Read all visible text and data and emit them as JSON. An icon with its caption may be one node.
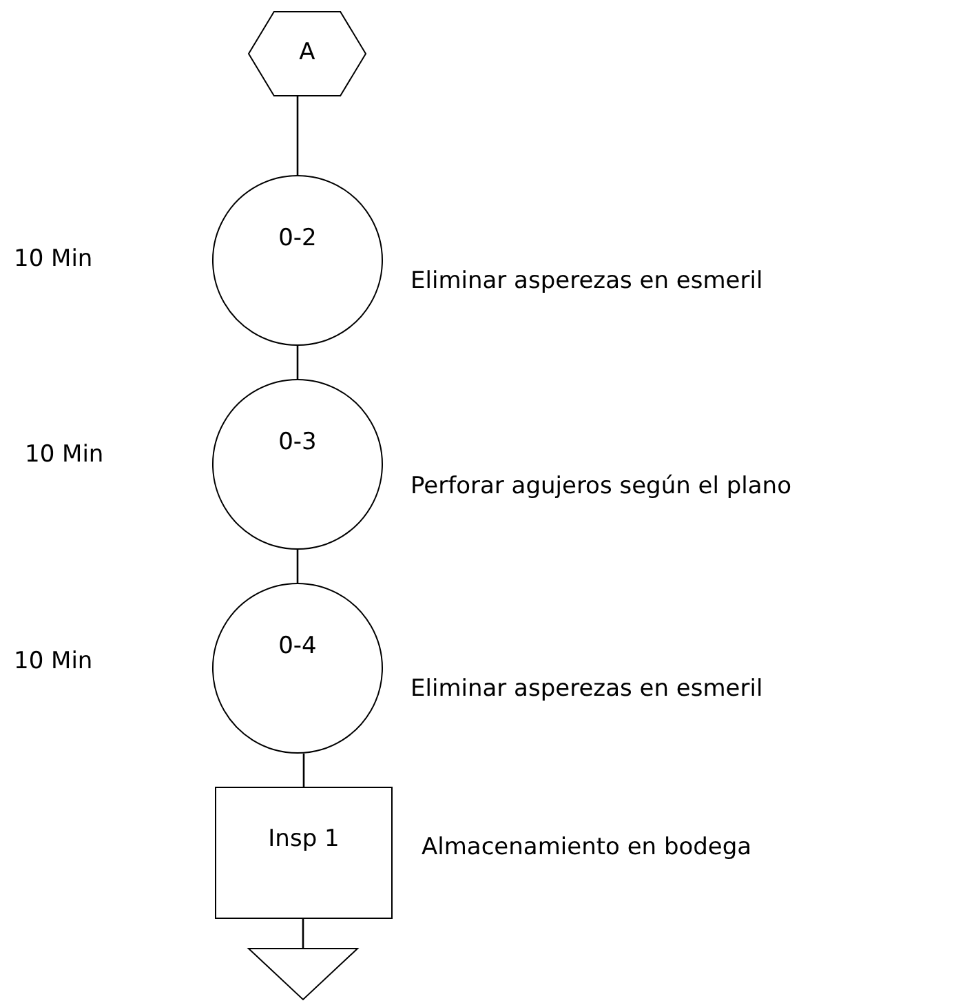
{
  "diagram": {
    "nodes": [
      {
        "text": [
          "A"
        ]
      },
      {
        "text": [
          "0-2"
        ],
        "beside": [
          "Eliminar asperezas en esmeril"
        ]
      },
      {
        "text": [
          "0-3"
        ],
        "beside": [
          "Perforar agujeros según el plano"
        ]
      },
      {
        "text": [
          "0-4"
        ],
        "beside": [
          "Eliminar asperezas en esmeril"
        ]
      },
      {
        "text": [
          "Insp 1"
        ],
        "beside": [
          "Almacenamiento en bodega"
        ]
      },
      {
        "text": [],
        "shape": "triangle"
      }
    ],
    "edges": [
      {
        "from": 0,
        "to": 1,
        "arrow": "none"
      },
      {
        "from": 1,
        "to": 2,
        "arrow": "none"
      },
      {
        "from": 2,
        "to": 3,
        "arrow": "none"
      },
      {
        "from": 3,
        "to": 4,
        "arrow": "none"
      },
      {
        "from": 4,
        "to": 5,
        "arrow": "none"
      }
    ],
    "labels": [
      "10 Min",
      "10 Min",
      "10 Min"
    ]
  }
}
